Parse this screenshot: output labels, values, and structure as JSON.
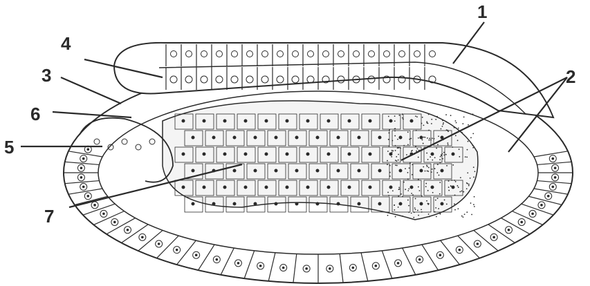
{
  "diagram": {
    "labels": [
      "1",
      "2",
      "3",
      "4",
      "5",
      "6",
      "7"
    ],
    "colors": {
      "ink": "#2a2a2a",
      "cell_fill": "#ffffff",
      "background": "#ffffff"
    }
  }
}
